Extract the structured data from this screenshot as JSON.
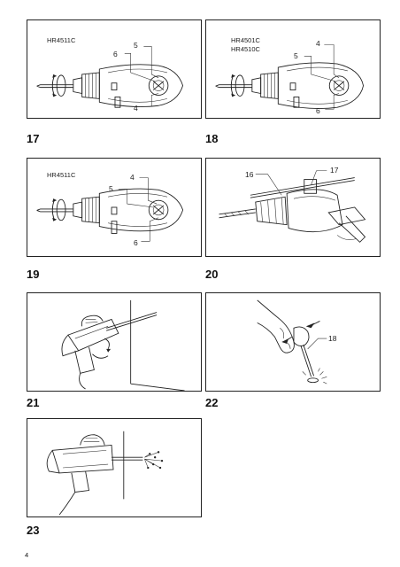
{
  "page_number": "4",
  "figures": [
    {
      "number": "17",
      "models": [
        "HR4511C"
      ],
      "callouts": [
        "5",
        "6",
        "4"
      ]
    },
    {
      "number": "18",
      "models": [
        "HR4501C",
        "HR4510C"
      ],
      "callouts": [
        "4",
        "5",
        "6"
      ]
    },
    {
      "number": "19",
      "models": [
        "HR4511C"
      ],
      "callouts": [
        "4",
        "5",
        "6"
      ]
    },
    {
      "number": "20",
      "models": [],
      "callouts": [
        "16",
        "17"
      ]
    },
    {
      "number": "21",
      "models": [],
      "callouts": []
    },
    {
      "number": "22",
      "models": [],
      "callouts": [
        "18"
      ]
    },
    {
      "number": "23",
      "models": [],
      "callouts": []
    }
  ]
}
